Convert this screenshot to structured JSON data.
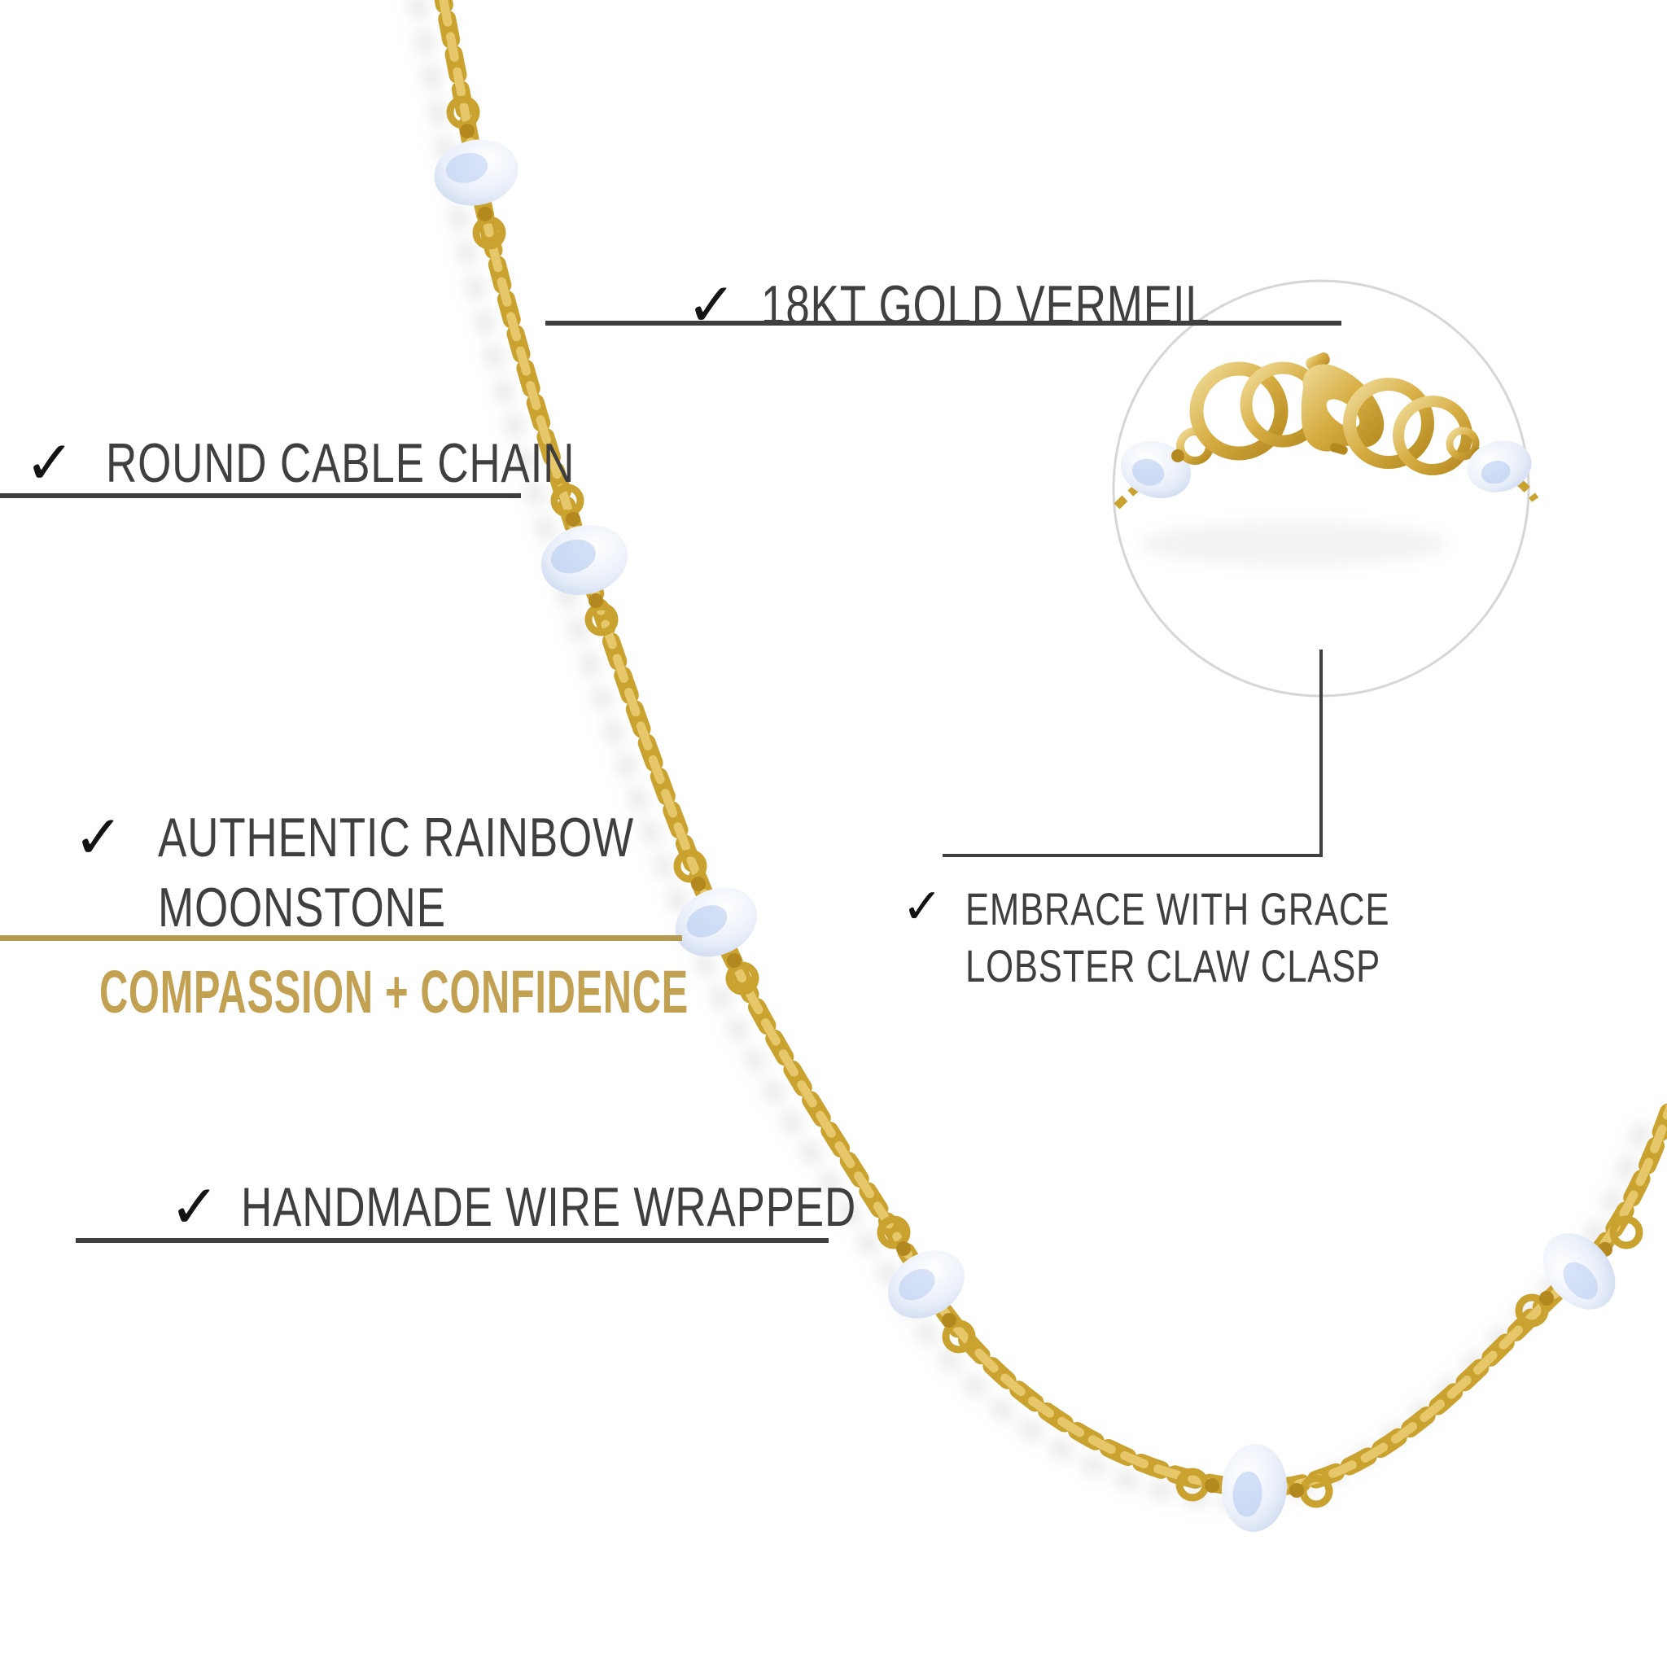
{
  "callouts": {
    "gold_vermeil": {
      "check": "✓",
      "label": "18KT GOLD VERMEIL"
    },
    "cable_chain": {
      "check": "✓",
      "label": "ROUND CABLE CHAIN"
    },
    "moonstone": {
      "check": "✓",
      "line1": "AUTHENTIC RAINBOW",
      "line2": "MOONSTONE"
    },
    "clasp": {
      "check": "✓",
      "line1": "EMBRACE WITH GRACE",
      "line2": "LOBSTER CLAW CLASP"
    },
    "handmade": {
      "check": "✓",
      "label": "HANDMADE WIRE WRAPPED"
    }
  },
  "tagline": {
    "text": "COMPASSION + CONFIDENCE"
  },
  "icons": {
    "checkmark": "✓"
  },
  "colors": {
    "label_text": "#3f3f3f",
    "check": "#141414",
    "underline": "#3f3f3f",
    "connector": "#3f3f3f",
    "tagline_gold": "#c2a152",
    "gold_divider": "#b49a4e",
    "chain_gold": "#c9a22f",
    "chain_gold_light": "#e6c86a",
    "chain_gold_dark": "#b3881f",
    "bead_white": "#eef2fa",
    "bead_blue": "#aac4ef",
    "inset_circle_outline": "#d6d6d6",
    "background": "#ffffff"
  }
}
